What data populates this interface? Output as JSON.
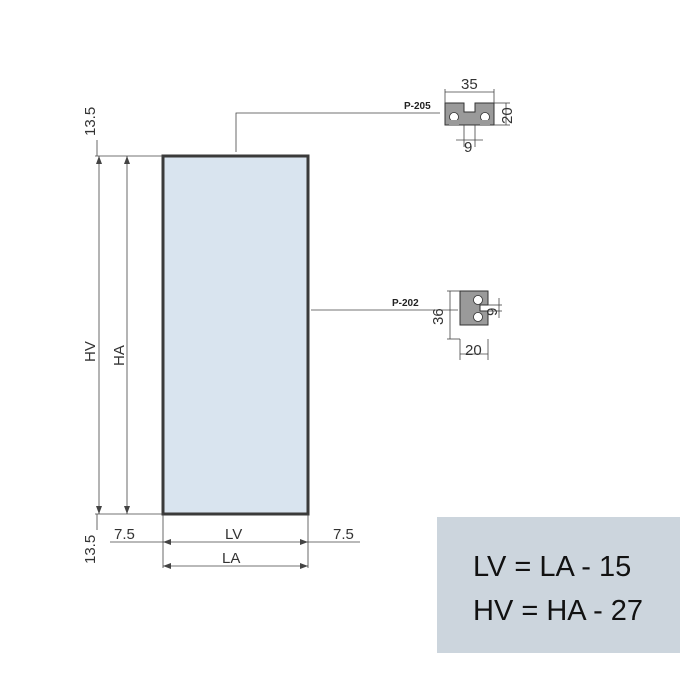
{
  "colors": {
    "panel_fill": "#d9e4ef",
    "frame": "#3a3a3a",
    "profile_fill": "#9a9a9a",
    "formula_bg": "#ccd5dd"
  },
  "dimensions": {
    "top_offset": "13.5",
    "bottom_offset": "13.5",
    "left_margin": "7.5",
    "right_margin": "7.5",
    "hv": "HV",
    "ha": "HA",
    "lv": "LV",
    "la": "LA"
  },
  "profiles": {
    "top": {
      "code": "P-205",
      "width": "35",
      "height": "20",
      "gap": "9"
    },
    "side": {
      "code": "P-202",
      "height": "36",
      "gap": "9",
      "width": "20"
    }
  },
  "formulas": {
    "lv": "LV = LA - 15",
    "hv": "HV = HA - 27"
  }
}
